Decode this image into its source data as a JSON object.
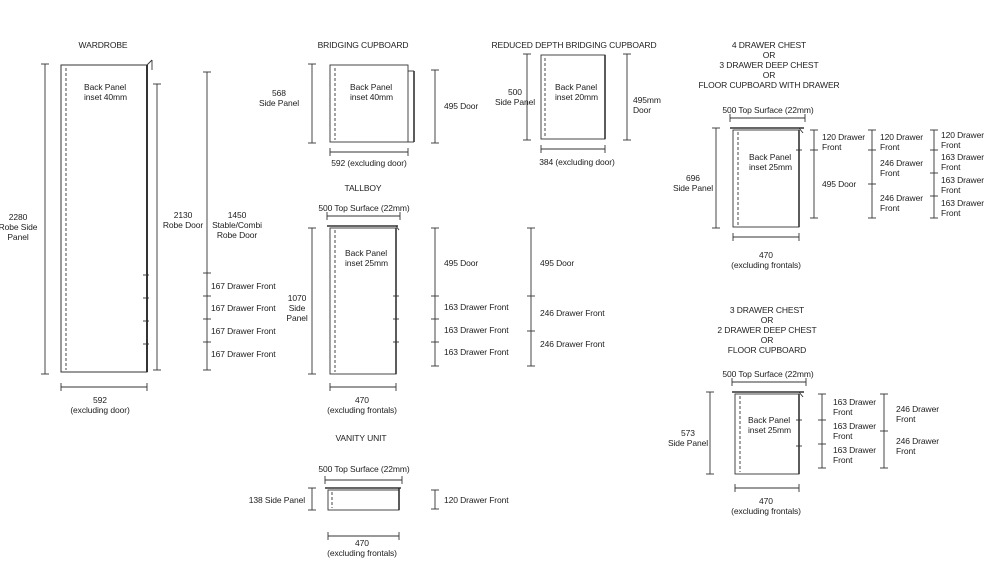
{
  "wardrobe": {
    "title": "WARDROBE",
    "back_panel": [
      "Back Panel",
      "inset 40mm"
    ],
    "side_panel": [
      "2280",
      "Robe Side",
      "Panel"
    ],
    "robe_door": [
      "2130",
      "Robe Door"
    ],
    "combi_door": [
      "1450",
      "Stable/Combi",
      "Robe Door"
    ],
    "drawer_fronts": [
      "167 Drawer Front",
      "167 Drawer Front",
      "167 Drawer Front",
      "167 Drawer Front"
    ],
    "width": [
      "592",
      "(excluding door)"
    ]
  },
  "bridging": {
    "title": "BRIDGING CUPBOARD",
    "back_panel": [
      "Back Panel",
      "inset 40mm"
    ],
    "side_panel": [
      "568",
      "Side Panel"
    ],
    "door": "495 Door",
    "width": "592 (excluding door)"
  },
  "reduced": {
    "title": "REDUCED DEPTH BRIDGING CUPBOARD",
    "back_panel": [
      "Back Panel",
      "inset 20mm"
    ],
    "side_panel": [
      "500",
      "Side Panel"
    ],
    "door": [
      "495mm",
      "Door"
    ],
    "width": "384 (excluding door)"
  },
  "tallboy": {
    "title": "TALLBOY",
    "top_surface": "500 Top Surface (22mm)",
    "back_panel": [
      "Back Panel",
      "inset 25mm"
    ],
    "side_panel": [
      "1070",
      "Side",
      "Panel"
    ],
    "door": "495 Door",
    "door_alt": "495 Door",
    "drawer_fronts": [
      "163 Drawer Front",
      "163 Drawer Front",
      "163 Drawer Front"
    ],
    "drawer_fronts_alt": [
      "246 Drawer Front",
      "246 Drawer Front"
    ],
    "width": [
      "470",
      "(excluding frontals)"
    ]
  },
  "vanity": {
    "title": "VANITY UNIT",
    "top_surface": "500 Top Surface (22mm)",
    "side_panel": "138 Side Panel",
    "drawer_front": "120 Drawer Front",
    "width": [
      "470",
      "(excluding frontals)"
    ]
  },
  "chest4": {
    "title": [
      "4 DRAWER CHEST",
      "OR",
      "3 DRAWER DEEP CHEST",
      "OR",
      "FLOOR CUPBOARD WITH DRAWER"
    ],
    "top_surface": "500 Top Surface (22mm)",
    "back_panel": [
      "Back Panel",
      "inset 25mm"
    ],
    "side_panel": [
      "696",
      "Side Panel"
    ],
    "col1": {
      "drawer": [
        "120 Drawer",
        "Front"
      ],
      "door": "495 Door"
    },
    "col2": [
      [
        "120 Drawer",
        "Front"
      ],
      [
        "246 Drawer",
        "Front"
      ],
      [
        "246 Drawer",
        "Front"
      ]
    ],
    "col3": [
      [
        "120 Drawer",
        "Front"
      ],
      [
        "163 Drawer",
        "Front"
      ],
      [
        "163 Drawer",
        "Front"
      ],
      [
        "163 Drawer",
        "Front"
      ]
    ],
    "width": [
      "470",
      "(excluding frontals)"
    ]
  },
  "chest3": {
    "title": [
      "3 DRAWER CHEST",
      "OR",
      "2 DRAWER DEEP CHEST",
      "OR",
      "FLOOR CUPBOARD"
    ],
    "top_surface": "500 Top Surface (22mm)",
    "back_panel": [
      "Back Panel",
      "inset 25mm"
    ],
    "side_panel": [
      "573",
      "Side Panel"
    ],
    "col1": [
      [
        "163 Drawer",
        "Front"
      ],
      [
        "163 Drawer",
        "Front"
      ],
      [
        "163 Drawer",
        "Front"
      ]
    ],
    "col2": [
      [
        "246 Drawer",
        "Front"
      ],
      [
        "246 Drawer",
        "Front"
      ]
    ],
    "width": [
      "470",
      "(excluding frontals)"
    ]
  }
}
